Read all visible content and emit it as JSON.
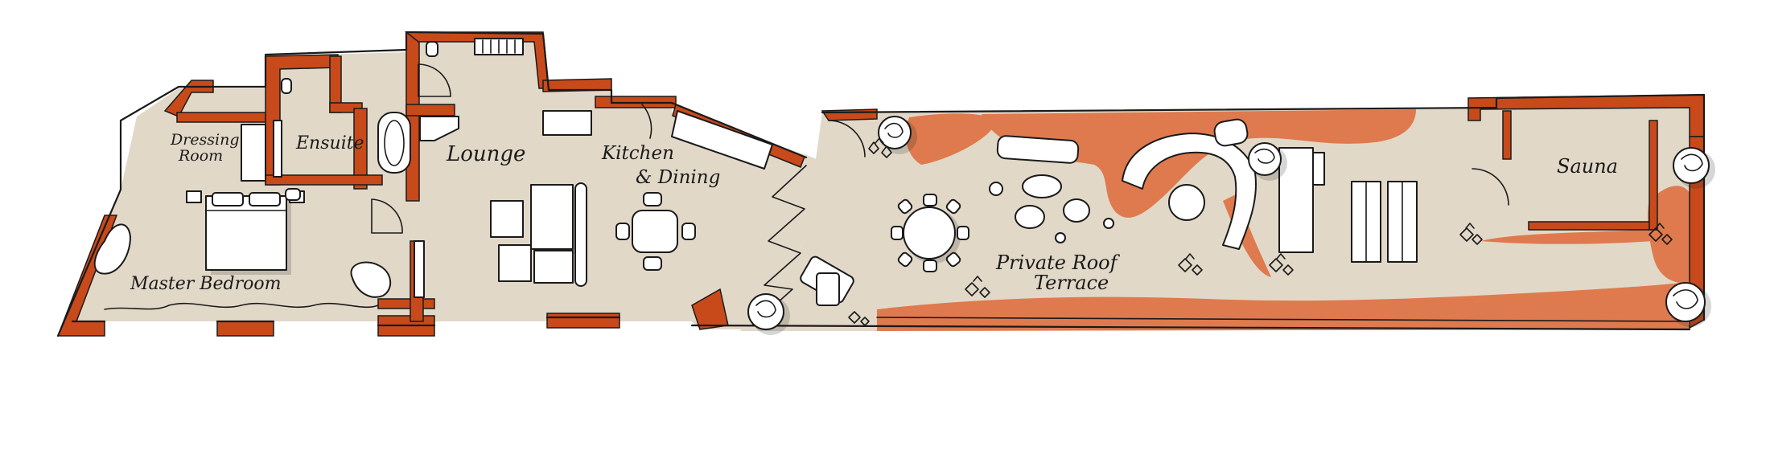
{
  "colors": {
    "floor": "#e2d8c8",
    "wall": "#c84a1a",
    "terrace_planting": "#df7a4e",
    "ink": "#1a1a1a",
    "furniture": "#ffffff",
    "background": "#ffffff"
  },
  "rooms": {
    "dressing_room": {
      "line1": "Dressing",
      "line2": "Room"
    },
    "ensuite": {
      "label": "Ensuite"
    },
    "lounge": {
      "label": "Lounge"
    },
    "kitchen_dining": {
      "line1": "Kitchen",
      "line2": "& Dining"
    },
    "master_bedroom": {
      "label": "Master Bedroom"
    },
    "private_roof_terrace": {
      "line1": "Private Roof",
      "line2": "Terrace"
    },
    "sauna": {
      "label": "Sauna"
    }
  },
  "icons": [
    "plant-icon",
    "tree-icon",
    "bed-icon",
    "bath-icon",
    "sofa-icon",
    "dining-table-icon",
    "armchair-icon",
    "door-swing-icon",
    "sun-lounger-icon"
  ]
}
